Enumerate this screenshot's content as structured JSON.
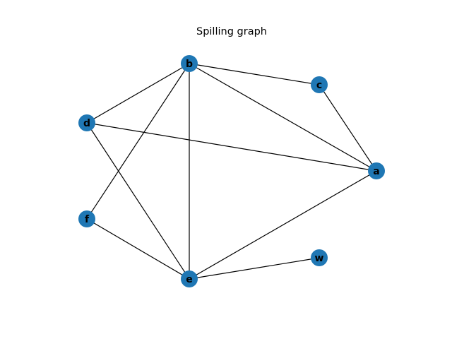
{
  "graph": {
    "title": "Spilling graph",
    "node_color": "#1f77b4",
    "edge_color": "#000000",
    "nodes": [
      {
        "id": "b",
        "label": "b"
      },
      {
        "id": "c",
        "label": "c"
      },
      {
        "id": "d",
        "label": "d"
      },
      {
        "id": "a",
        "label": "a"
      },
      {
        "id": "f",
        "label": "f"
      },
      {
        "id": "w",
        "label": "w"
      },
      {
        "id": "e",
        "label": "e"
      }
    ],
    "edges": [
      [
        "b",
        "c"
      ],
      [
        "b",
        "d"
      ],
      [
        "b",
        "a"
      ],
      [
        "b",
        "f"
      ],
      [
        "b",
        "e"
      ],
      [
        "c",
        "a"
      ],
      [
        "d",
        "a"
      ],
      [
        "d",
        "e"
      ],
      [
        "a",
        "e"
      ],
      [
        "f",
        "e"
      ],
      [
        "e",
        "w"
      ]
    ]
  }
}
